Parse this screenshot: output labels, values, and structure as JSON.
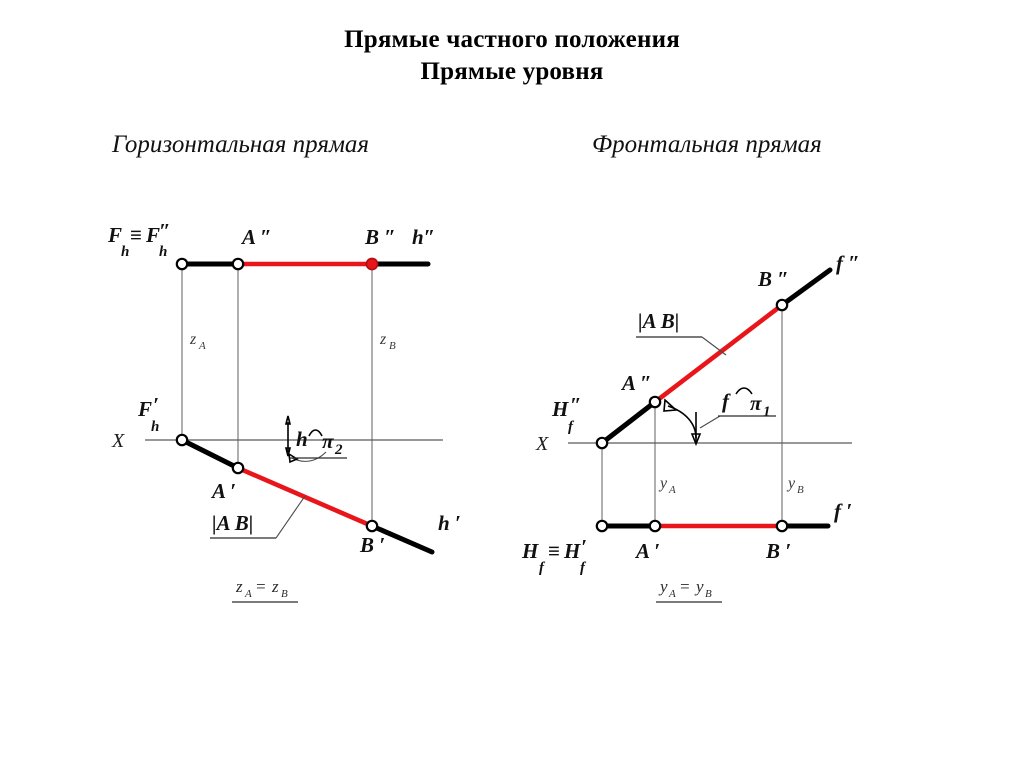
{
  "page": {
    "background_color": "#ffffff",
    "title_line1": "Прямые частного положения",
    "title_line2": "Прямые уровня"
  },
  "subtitles": {
    "left": "Горизонтальная прямая",
    "right": "Фронтальная прямая"
  },
  "colors": {
    "segment_red": "#e8161b",
    "line_black": "#000000",
    "projection_thin": "#6e6e6e",
    "axis": "#5a5a5a",
    "text": "#111111"
  },
  "left_figure": {
    "name": "Горизонтальная прямая",
    "axis_label": "X",
    "line_name": "h",
    "labels": {
      "trace_top_main": "F",
      "trace_top_main_sub": "h",
      "trace_top_eq": "≡",
      "trace_top_second": "F",
      "trace_top_second_prime": "″",
      "trace_top_second_sub": "h",
      "trace_bottom_main": "F",
      "trace_bottom_prime": "′",
      "trace_bottom_sub": "h",
      "point_a_top": "A ″",
      "point_b_top": "B ″",
      "line_top": "h″",
      "point_a_bottom": "A ′",
      "point_b_bottom": "B ′",
      "line_bottom": "h ′",
      "height_a": "z",
      "height_a_sub": "A",
      "height_b": "z",
      "height_b_sub": "B",
      "true_length": "|A B|",
      "angle_line": "h",
      "angle_plane": "π",
      "angle_plane_sub": "2"
    },
    "formula": {
      "left": "z",
      "left_sub": "A",
      "equals": "=",
      "right": "z",
      "right_sub": "B",
      "text": "zA = zB"
    }
  },
  "right_figure": {
    "name": "Фронтальная прямая",
    "axis_label": "X",
    "line_name": "f",
    "labels": {
      "trace_top_main": "H",
      "trace_top_prime": "″",
      "trace_top_sub": "f",
      "trace_bottom_main": "H",
      "trace_bottom_sub": "f",
      "trace_bottom_eq": "≡",
      "trace_bottom_second": "H",
      "trace_bottom_second_prime": "′",
      "trace_bottom_second_sub": "f",
      "point_a_top": "A ″",
      "point_b_top": "B ″",
      "line_top": "f ″",
      "point_a_bottom": "A ′",
      "point_b_bottom": "B ′",
      "line_bottom": "f ′",
      "depth_a": "y",
      "depth_a_sub": "A",
      "depth_b": "y",
      "depth_b_sub": "B",
      "true_length": "|A B|",
      "angle_line": "f",
      "angle_plane": "π",
      "angle_plane_sub": "1"
    },
    "formula": {
      "left": "y",
      "left_sub": "A",
      "equals": "=",
      "right": "y",
      "right_sub": "B",
      "text": "yA = yB"
    }
  }
}
